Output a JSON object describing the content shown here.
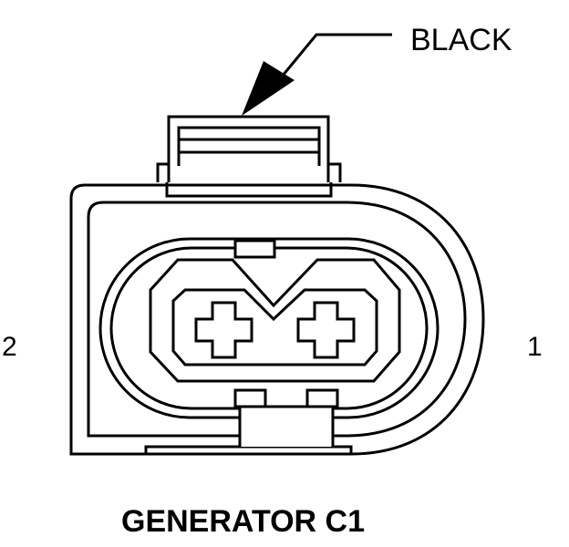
{
  "diagram": {
    "callout_label": "BLACK",
    "pin_left_label": "2",
    "pin_right_label": "1",
    "title": "GENERATOR C1"
  },
  "colors": {
    "line": "#000000",
    "background": "#ffffff"
  }
}
